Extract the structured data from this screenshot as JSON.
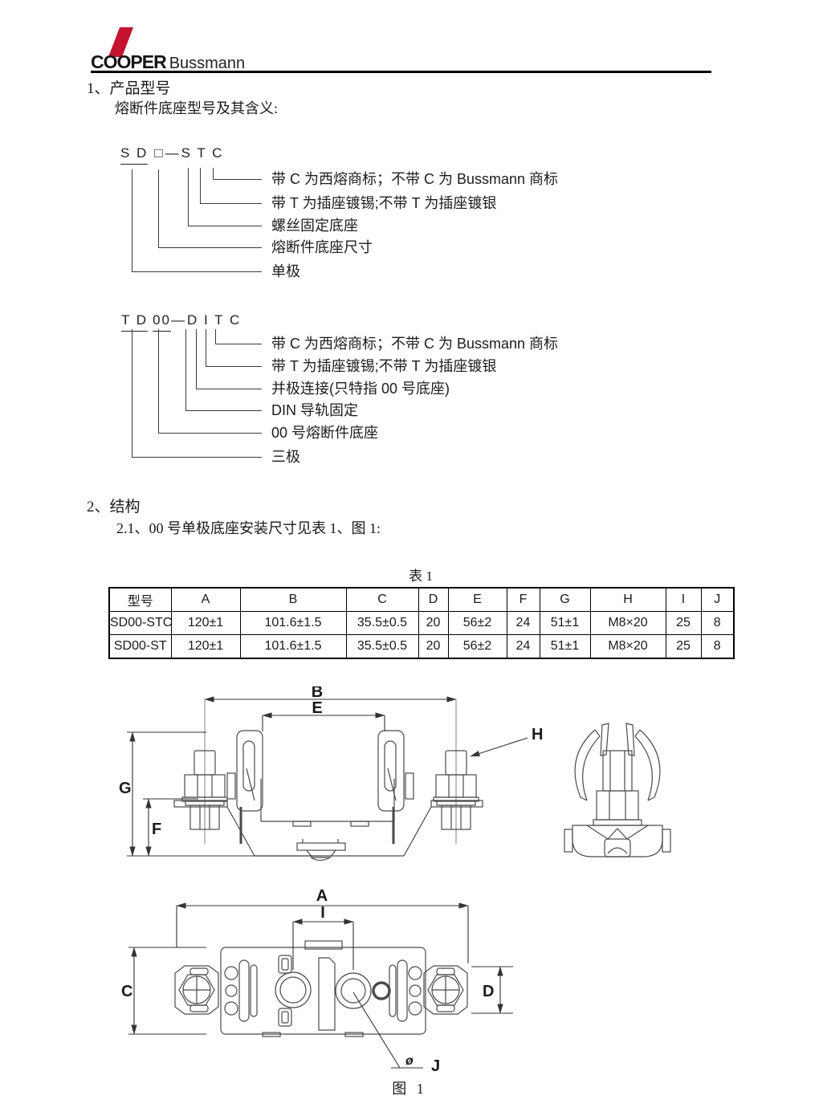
{
  "logo": {
    "brand_bold": "COOPER",
    "brand_regular": "Bussmann",
    "accent_color": "#c41230"
  },
  "section1": {
    "heading": "1、产品型号",
    "intro": "熔断件底座型号及其含义:"
  },
  "model_code_1": {
    "part_pole": "S D",
    "part_size": "□",
    "dash": "—",
    "part_suffix": "S T C",
    "labels": [
      "带 C 为西熔商标；不带 C 为 Bussmann 商标",
      "带 T 为插座镀锡;不带 T 为插座镀银",
      "螺丝固定底座",
      "熔断件底座尺寸",
      "单极"
    ]
  },
  "model_code_2": {
    "part_pole": "T D",
    "part_size": "00",
    "dash": "—",
    "part_suffix": "D I T C",
    "labels": [
      "带 C 为西熔商标；不带 C 为 Bussmann 商标",
      "带 T 为插座镀锡;不带 T 为插座镀银",
      "并极连接(只特指 00 号底座)",
      "DIN 导轨固定",
      "00 号熔断件底座",
      "三极"
    ]
  },
  "section2": {
    "heading": "2、结构",
    "intro": "2.1、00 号单极底座安装尺寸见表 1、图 1:"
  },
  "table1": {
    "caption": "表 1",
    "headers": [
      "型号",
      "A",
      "B",
      "C",
      "D",
      "E",
      "F",
      "G",
      "H",
      "I",
      "J"
    ],
    "rows": [
      [
        "SD00-STC",
        "120±1",
        "101.6±1.5",
        "35.5±0.5",
        "20",
        "56±2",
        "24",
        "51±1",
        "M8×20",
        "25",
        "8"
      ],
      [
        "SD00-ST",
        "120±1",
        "101.6±1.5",
        "35.5±0.5",
        "20",
        "56±2",
        "24",
        "51±1",
        "M8×20",
        "25",
        "8"
      ]
    ]
  },
  "figure1": {
    "caption": "图 1",
    "front_view_labels": {
      "width_outer": "B",
      "width_inner": "E",
      "stud": "H",
      "height_total": "G",
      "height_base": "F"
    },
    "plan_view_labels": {
      "length_total": "A",
      "center_distance": "I",
      "body_width": "C",
      "end_width": "D",
      "hole": "J",
      "diameter_symbol": "ø"
    }
  }
}
